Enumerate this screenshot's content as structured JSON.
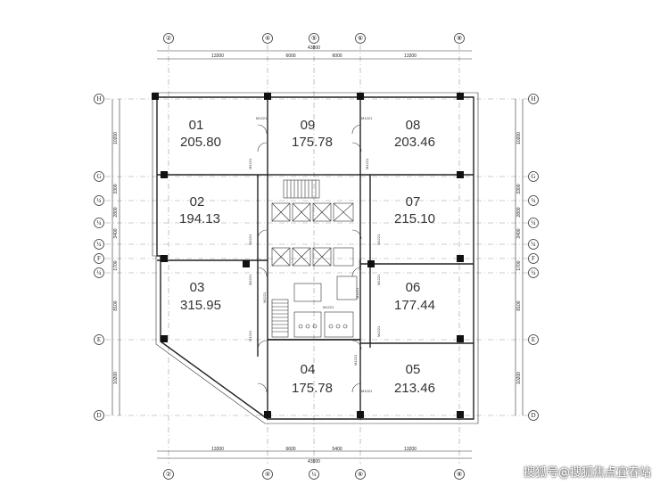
{
  "grid_top": [
    "②",
    "④",
    "⑤",
    "⑥",
    "⑧"
  ],
  "grid_bottom": [
    "②",
    "④",
    "¼",
    "⑥",
    "⑧"
  ],
  "grid_rows": [
    "H",
    "G",
    "¼",
    "¼",
    "¼",
    "F",
    "¼",
    "E",
    "D"
  ],
  "dims_top": {
    "total": "43800",
    "segments": [
      "13200",
      "6000",
      "6000",
      "13200"
    ]
  },
  "dims_bottom": {
    "total": "43800",
    "segments": [
      "13200",
      "6600",
      "5400",
      "13200"
    ]
  },
  "dims_left": [
    "10200",
    "3300",
    "2800",
    "3400",
    "1700",
    "8100",
    "10200"
  ],
  "dims_right": [
    "10200",
    "3300",
    "2800",
    "3400",
    "1700",
    "8100",
    "10200"
  ],
  "units": [
    {
      "no": "01",
      "area": "205.80"
    },
    {
      "no": "09",
      "area": "175.78"
    },
    {
      "no": "08",
      "area": "203.46"
    },
    {
      "no": "02",
      "area": "194.13"
    },
    {
      "no": "07",
      "area": "215.10"
    },
    {
      "no": "03",
      "area": "315.95"
    },
    {
      "no": "06",
      "area": "177.44"
    },
    {
      "no": "04",
      "area": "175.78"
    },
    {
      "no": "05",
      "area": "213.46"
    }
  ],
  "door_labels": [
    "M1221",
    "M1221",
    "M1221",
    "M1221",
    "M1221",
    "M1221",
    "M1221",
    "M1221",
    "M1221",
    "M1221",
    "M1221",
    "M1221",
    "M1221",
    "M1221",
    "M1221",
    "M1221"
  ],
  "watermark": "搜狐号@搜狐焦点宜春站"
}
